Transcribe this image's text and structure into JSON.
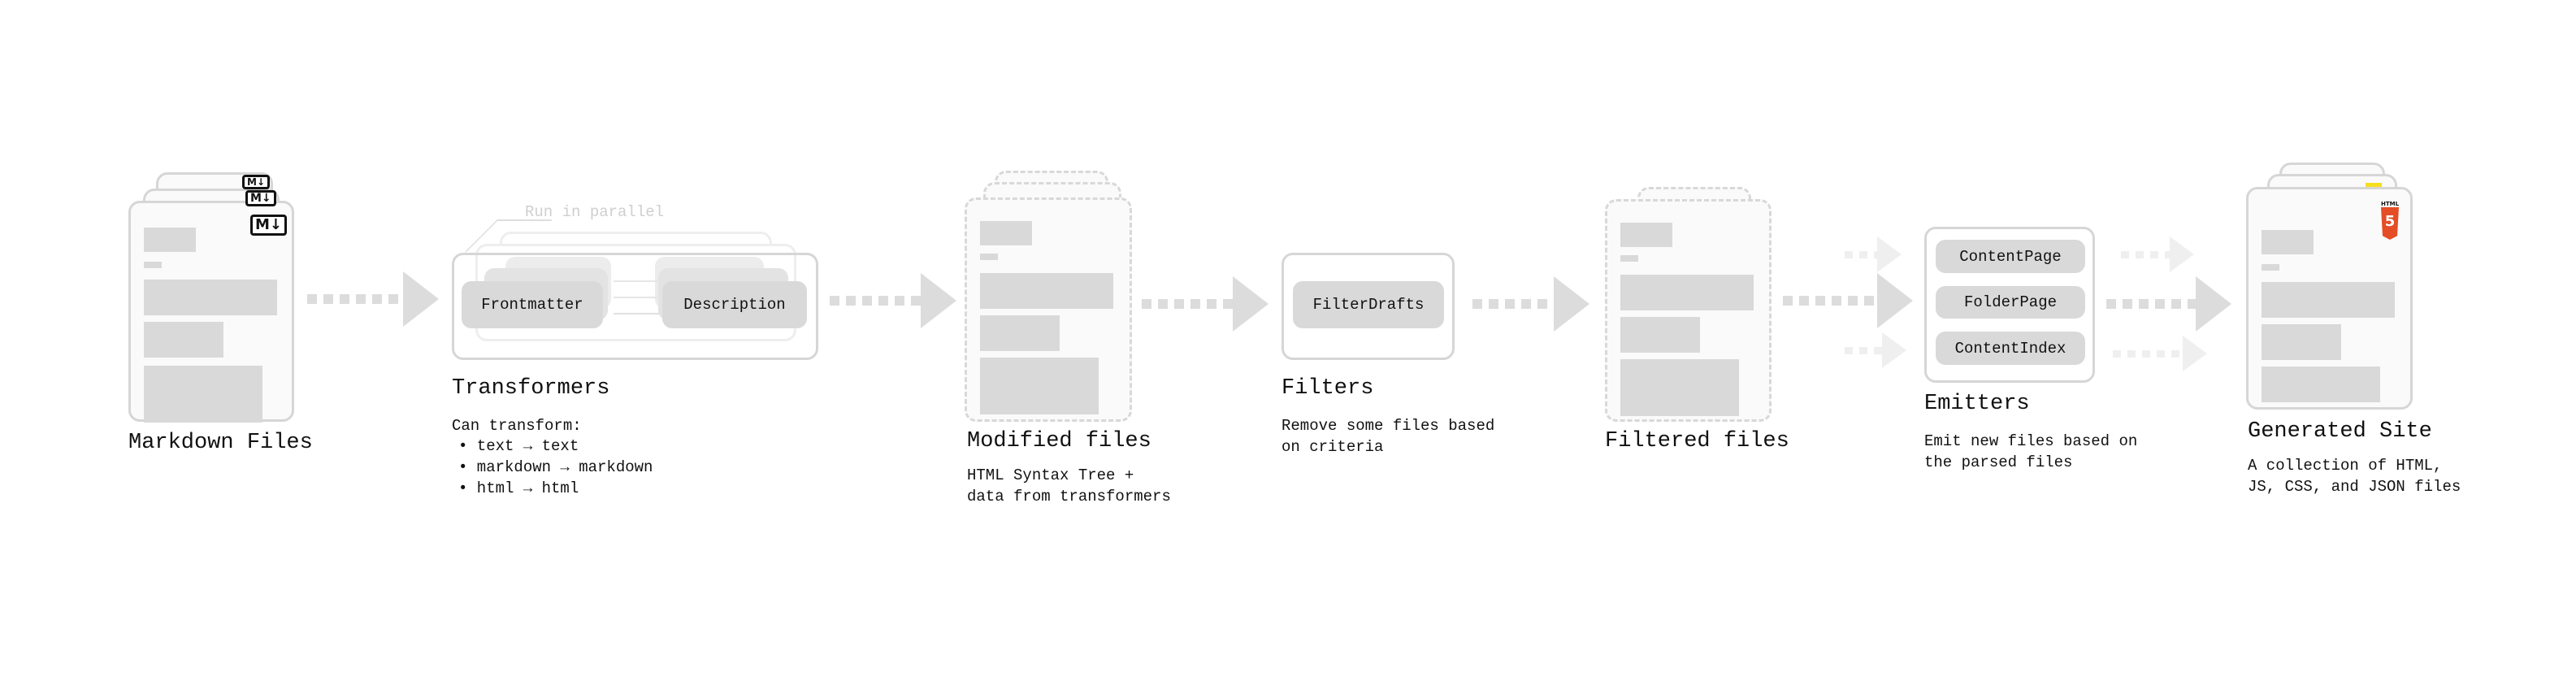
{
  "stages": {
    "markdown": {
      "title": "Markdown Files",
      "badge": "M↓"
    },
    "transformers": {
      "title": "Transformers",
      "parallel_note": "Run in parallel",
      "plugins": [
        "Frontmatter",
        "Description"
      ],
      "desc": "Can transform:",
      "bullets": [
        "• text → text",
        "• markdown → markdown",
        "• html → html"
      ]
    },
    "modified": {
      "title": "Modified files",
      "desc": "HTML Syntax Tree +\ndata from transformers"
    },
    "filters": {
      "title": "Filters",
      "plugins": [
        "FilterDrafts"
      ],
      "desc": "Remove some files based\non criteria"
    },
    "filtered": {
      "title": "Filtered files"
    },
    "emitters": {
      "title": "Emitters",
      "plugins": [
        "ContentPage",
        "FolderPage",
        "ContentIndex"
      ],
      "desc": "Emit new files based on\nthe parsed files"
    },
    "generated": {
      "title": "Generated Site",
      "desc": "A collection of HTML,\nJS, CSS, and JSON files",
      "badge": "HTML"
    }
  },
  "colors": {
    "html5": "#e44d26",
    "js": "#f7df1e",
    "css": "#264de4",
    "placeholder": "#d9d9d9"
  }
}
